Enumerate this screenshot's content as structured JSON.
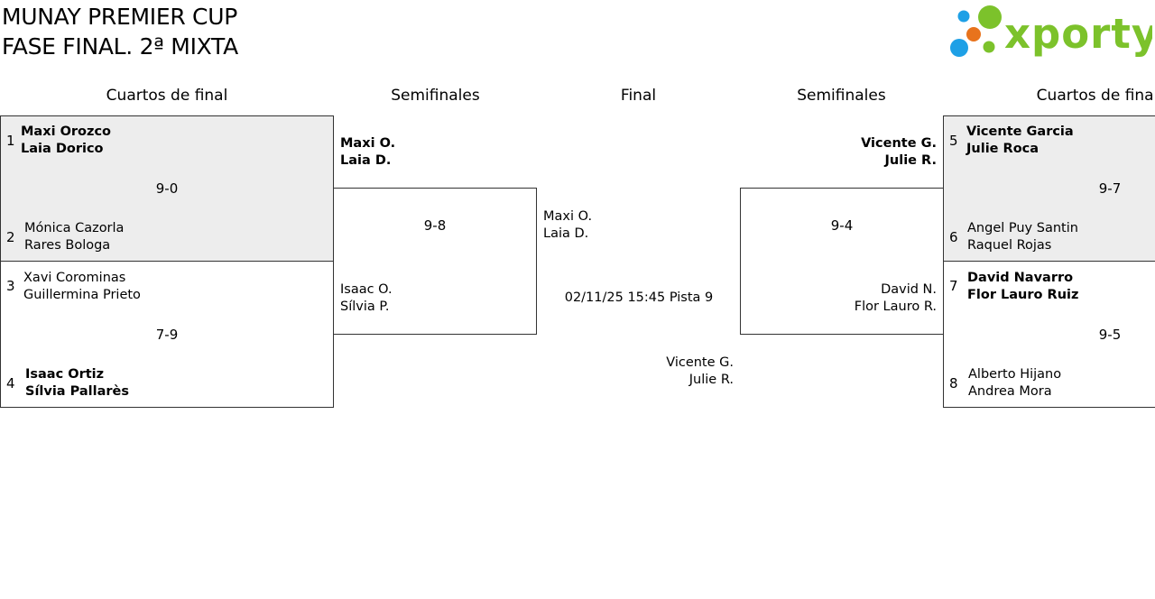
{
  "header": {
    "title_line1": "MUNAY PREMIER CUP",
    "title_line2": "FASE FINAL. 2ª MIXTA",
    "logo_text": "xporty",
    "logo_colors": {
      "green": "#7cc22b",
      "blue": "#1ea0e6",
      "orange": "#e8731c"
    }
  },
  "rounds": {
    "quarters_left": "Cuartos de final",
    "semis_left": "Semifinales",
    "final": "Final",
    "semis_right": "Semifinales",
    "quarters_right": "Cuartos de final"
  },
  "quarterfinals": [
    {
      "top": {
        "seed": "1",
        "player1": "Maxi Orozco",
        "player2": "Laia Dorico"
      },
      "bottom": {
        "seed": "2",
        "player1": "Mónica Cazorla",
        "player2": "Rares Bologa"
      },
      "score": "9-0"
    },
    {
      "top": {
        "seed": "3",
        "player1": "Xavi Corominas",
        "player2": "Guillermina Prieto"
      },
      "bottom": {
        "seed": "4",
        "player1": "Isaac Ortiz",
        "player2": "Sílvia Pallarès"
      },
      "score": "7-9"
    },
    {
      "top": {
        "seed": "5",
        "player1": "Vicente Garcia",
        "player2": "Julie Roca"
      },
      "bottom": {
        "seed": "6",
        "player1": "Angel Puy Santin",
        "player2": "Raquel Rojas"
      },
      "score": "9-7"
    },
    {
      "top": {
        "seed": "7",
        "player1": "David Navarro",
        "player2": "Flor Lauro Ruiz"
      },
      "bottom": {
        "seed": "8",
        "player1": "Alberto Hijano",
        "player2": "Andrea Mora"
      },
      "score": "9-5"
    }
  ],
  "semifinals": [
    {
      "top": {
        "player1": "Maxi O.",
        "player2": "Laia D."
      },
      "bottom": {
        "player1": "Isaac O.",
        "player2": "Sílvia P."
      },
      "score": "9-8"
    },
    {
      "top": {
        "player1": "Vicente G.",
        "player2": "Julie R."
      },
      "bottom": {
        "player1": "David N.",
        "player2": "Flor Lauro R."
      },
      "score": "9-4"
    }
  ],
  "final": {
    "top": {
      "player1": "Maxi O.",
      "player2": "Laia D."
    },
    "bottom": {
      "player1": "Vicente G.",
      "player2": "Julie R."
    },
    "schedule": "02/11/25 15:45 Pista 9"
  }
}
